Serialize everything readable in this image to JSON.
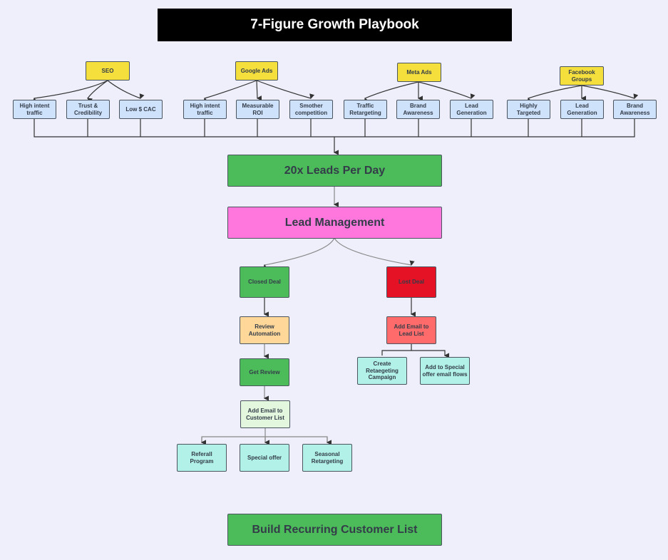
{
  "title": "7-Figure Growth Playbook",
  "channels": [
    {
      "label": "SEO",
      "benefits": [
        "High intent traffic",
        "Trust & Credibility",
        "Low $ CAC"
      ]
    },
    {
      "label": "Google Ads",
      "benefits": [
        "High intent traffic",
        "Measurable ROI",
        "Smother competition"
      ]
    },
    {
      "label": "Meta Ads",
      "benefits": [
        "Traffic Retargeting",
        "Brand Awareness",
        "Lead Generation"
      ]
    },
    {
      "label": "Facebook Groups",
      "benefits": [
        "Highly Targeted",
        "Lead Generation",
        "Brand Awareness"
      ]
    }
  ],
  "leads": "20x Leads Per Day",
  "management": "Lead Management",
  "closed": {
    "label": "Closed Deal",
    "steps": [
      "Review Automation",
      "Get Review",
      "Add Email to Customer List"
    ],
    "outcomes": [
      "Referall Program",
      "Special offer",
      "Seasonal Retargeting"
    ]
  },
  "lost": {
    "label": "Lost Deal",
    "step": "Add Email to Lead List",
    "outcomes": [
      "Create Retaegeting Campaign",
      "Add to Special offer email flows"
    ]
  },
  "final": "Build Recurring Customer List",
  "colors": {
    "blue": "#cfe2fb",
    "yellow": "#f5df3c",
    "green": "#4cbc5a",
    "pink": "#ff77dd",
    "red": "#e51124",
    "coral": "#ff6b6b",
    "orange": "#ffd799",
    "teal": "#b1f1e8",
    "lightgreen": "#e2f7de"
  }
}
